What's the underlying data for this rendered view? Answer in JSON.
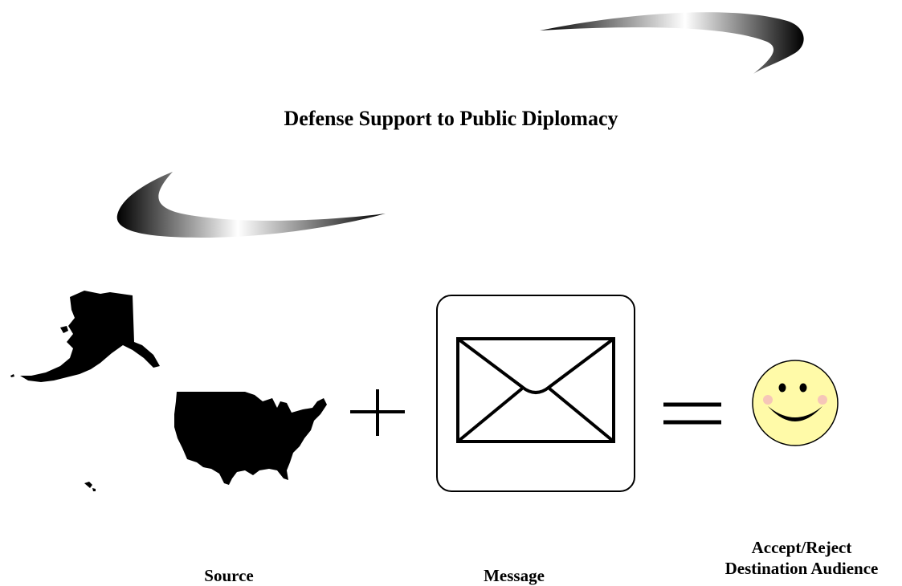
{
  "diagram": {
    "title": "Defense Support to Public Diplomacy",
    "labels": {
      "source": "Source",
      "message": "Message",
      "accept_reject": "Accept/Reject",
      "destination_audience": "Destination Audience"
    },
    "operators": [
      "plus",
      "equals"
    ],
    "icons": [
      "us-map-icon",
      "envelope-icon",
      "smiley-face-icon"
    ],
    "colors": {
      "text": "#000000",
      "map_fill": "#000000",
      "smiley_fill": "#fffaa8",
      "smiley_cheeks": "#f6c6b8",
      "swoosh_dark": "#111111",
      "swoosh_light": "#ffffff"
    }
  }
}
